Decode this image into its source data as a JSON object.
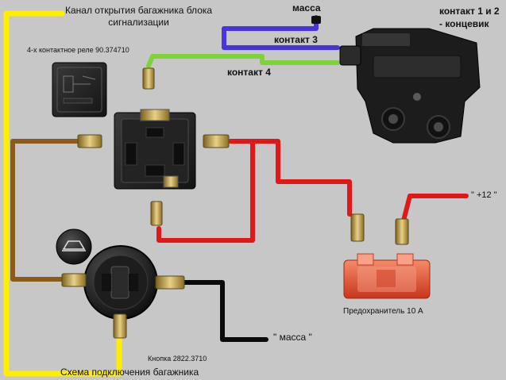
{
  "labels": {
    "alarm_channel_line1": "Канал открытия багажника блока",
    "alarm_channel_line2": "сигнализации",
    "ground_top": "масса",
    "contact_12_line1": "контакт 1 и 2",
    "contact_12_line2": "- концевик",
    "contact_3": "контакт 3",
    "contact_4": "контакт 4",
    "relay_title": "4-х контактное реле 90.374710",
    "plus12": "\" +12 \"",
    "fuse_label": "Предохранитель 10 А",
    "ground_bottom": "\" масса \"",
    "button_label": "Кнопка 2822.3710",
    "scheme_title": "Схема подключения багажника"
  },
  "colors": {
    "background": "#c7c7c7",
    "wire_yellow": "#ffee00",
    "wire_blue": "#4a33e0",
    "wire_green": "#7fd23a",
    "wire_brown": "#8a5a1e",
    "wire_red": "#e01818",
    "wire_black": "#0a0a0a",
    "fuse_red": "#e85a3c",
    "terminal_gold": "#c9a84a"
  },
  "icons": [
    "relay-icon",
    "trunk-lock-icon",
    "fuse-icon",
    "trunk-button-icon",
    "trunk-button-cap-icon",
    "terminal-icon"
  ]
}
